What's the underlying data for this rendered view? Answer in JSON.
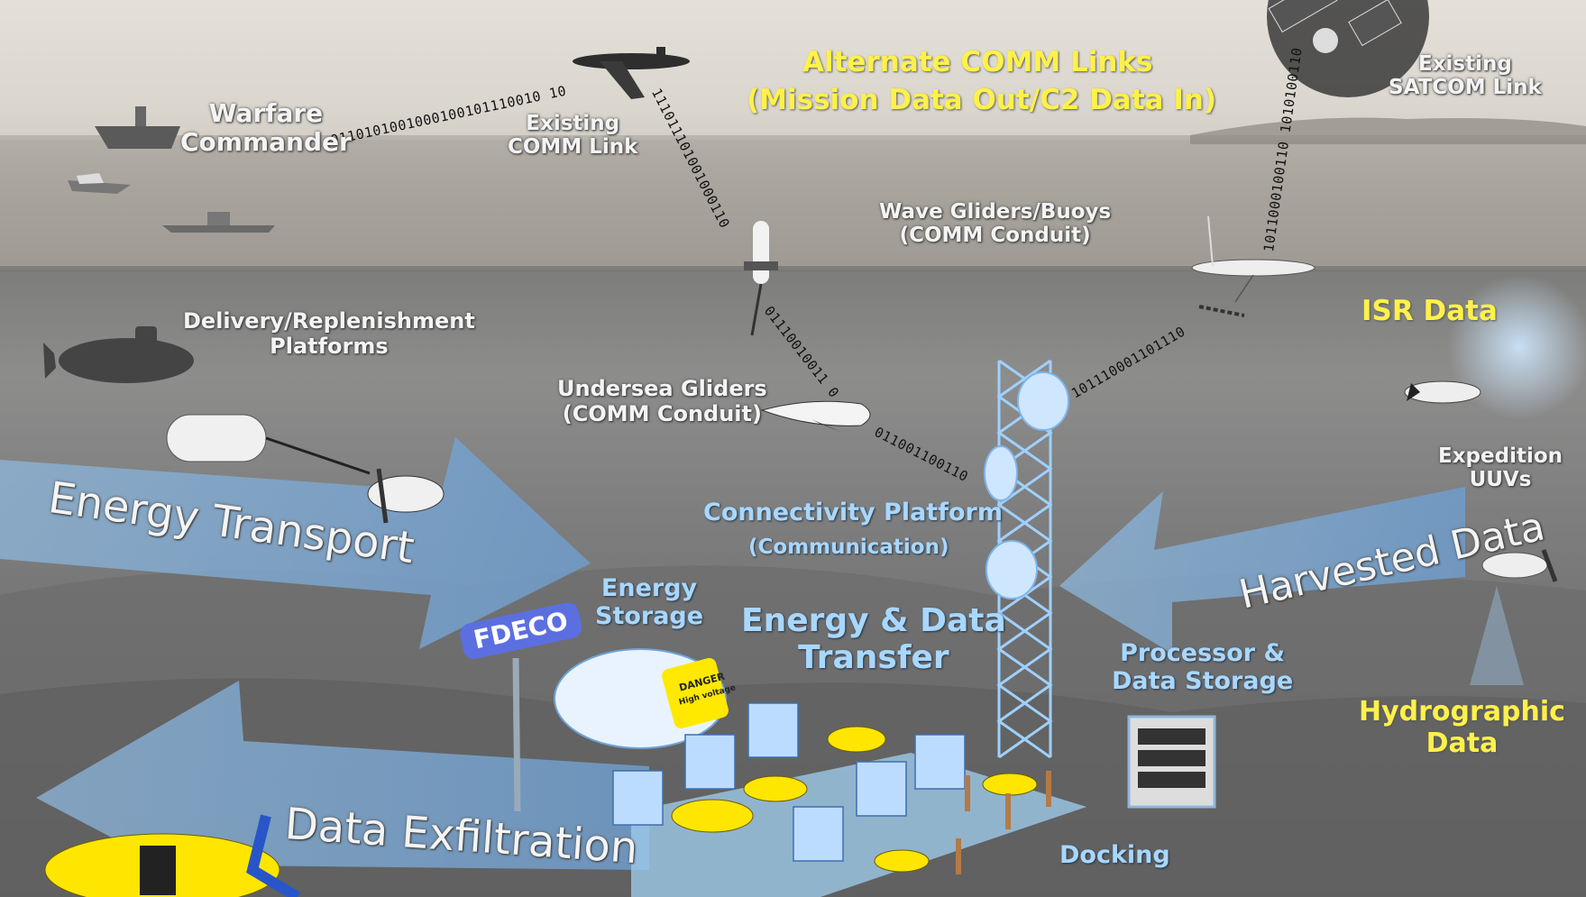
{
  "labels": {
    "warfare_commander": "Warfare\nCommander",
    "existing_comm_link": "Existing\nCOMM Link",
    "alt_comm_title": "Alternate COMM Links",
    "alt_comm_sub": "(Mission Data Out/C2 Data In)",
    "existing_satcom": "Existing\nSATCOM Link",
    "wave_gliders": "Wave Gliders/Buoys\n(COMM Conduit)",
    "delivery": "Delivery/Replenishment\nPlatforms",
    "isr_data": "ISR Data",
    "undersea_gliders": "Undersea Gliders\n(COMM Conduit)",
    "expedition_uuvs": "Expedition\nUUVs",
    "energy_transport": "Energy Transport",
    "connectivity_platform": "Connectivity Platform",
    "communication": "(Communication)",
    "harvested_data": "Harvested Data",
    "energy_storage": "Energy\nStorage",
    "fdeco": "FDECO",
    "energy_data_transfer": "Energy & Data\nTransfer",
    "processor": "Processor &\nData Storage",
    "hydrographic": "Hydrographic\nData",
    "data_exfiltration": "Data Exfiltration",
    "docking": "Docking",
    "danger": "DANGER",
    "high_voltage": "High voltage"
  },
  "binary": {
    "b1": "0110101001000100101110010 10",
    "b2": "111011101001000110",
    "b3": "01110010011 0",
    "b4": "011001100110",
    "b5": "101110001101110",
    "b6": "1011000100110 1010100110"
  },
  "colors": {
    "yellow": "#fff14a",
    "light_blue": "#a8d7ff",
    "arrow_blue": "#7fa9cf",
    "tower_blue": "#9fd0ff"
  }
}
